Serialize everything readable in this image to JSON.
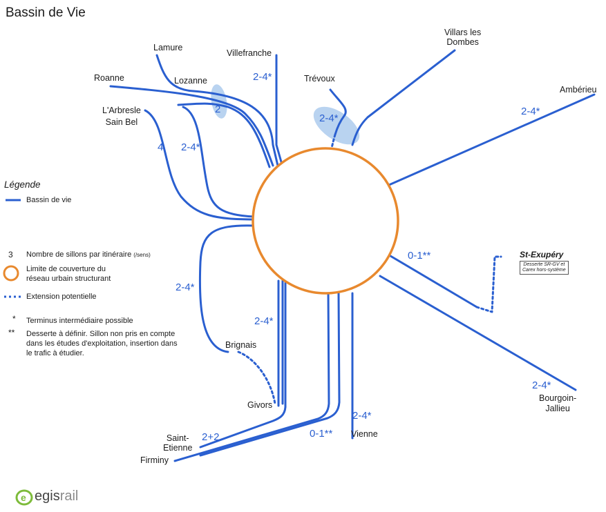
{
  "title": "Bassin de Vie",
  "places": {
    "lamure": "Lamure",
    "villefranche": "Villefranche",
    "villars_1": "Villars les",
    "villars_2": "Dombes",
    "roanne": "Roanne",
    "lozanne": "Lozanne",
    "trevoux": "Trévoux",
    "amberieu": "Ambérieu",
    "arbresle_1": "L'Arbresle",
    "arbresle_2": "Sain Bel",
    "st_exupery": "St-Exupéry",
    "brignais": "Brignais",
    "givors": "Givors",
    "bourgoin_1": "Bourgoin-",
    "bourgoin_2": "Jallieu",
    "saint_etienne_1": "Saint-",
    "saint_etienne_2": "Etienne",
    "firminy": "Firminy",
    "vienne": "Vienne"
  },
  "st_exupery_note": [
    "Desserte SR-GV et",
    "Carex hors-système"
  ],
  "counts": {
    "villefranche": "2-4*",
    "lozanne": "2",
    "trevoux": "2-4*",
    "amberieu": "2-4*",
    "arbresle": "4",
    "roanne": "2-4*",
    "st_exupery": "0-1**",
    "brignais": "2-4*",
    "givors": "2-4*",
    "saint_etienne": "2+2",
    "vienne_bis": "0-1**",
    "vienne": "2-4*",
    "bourgoin": "2-4*"
  },
  "legend": {
    "title": "Légende",
    "line_label": "Bassin de vie",
    "number_symbol": "3",
    "number_label": "Nombre de sillons par itinéraire",
    "number_unit": "(/sens)",
    "circle_label_1": "Limite de couverture du",
    "circle_label_2": "réseau urbain structurant",
    "dashed_label": "Extension potentielle",
    "star_symbol": "*",
    "star_label": "Terminus intermédiaire possible",
    "dstar_symbol": "**",
    "dstar_label_1": "Desserte à définir. Sillon non pris en compte",
    "dstar_label_2": "dans les études d'exploitation, insertion dans",
    "dstar_label_3": "le trafic à étudier."
  },
  "logo": {
    "mark": "e",
    "brand_bold": "egis",
    "brand_light": "rail"
  },
  "colors": {
    "line": "#2a5fd0",
    "ring": "#e8892e",
    "bubble": "#b9d3f0",
    "text": "#1a1a1a"
  }
}
